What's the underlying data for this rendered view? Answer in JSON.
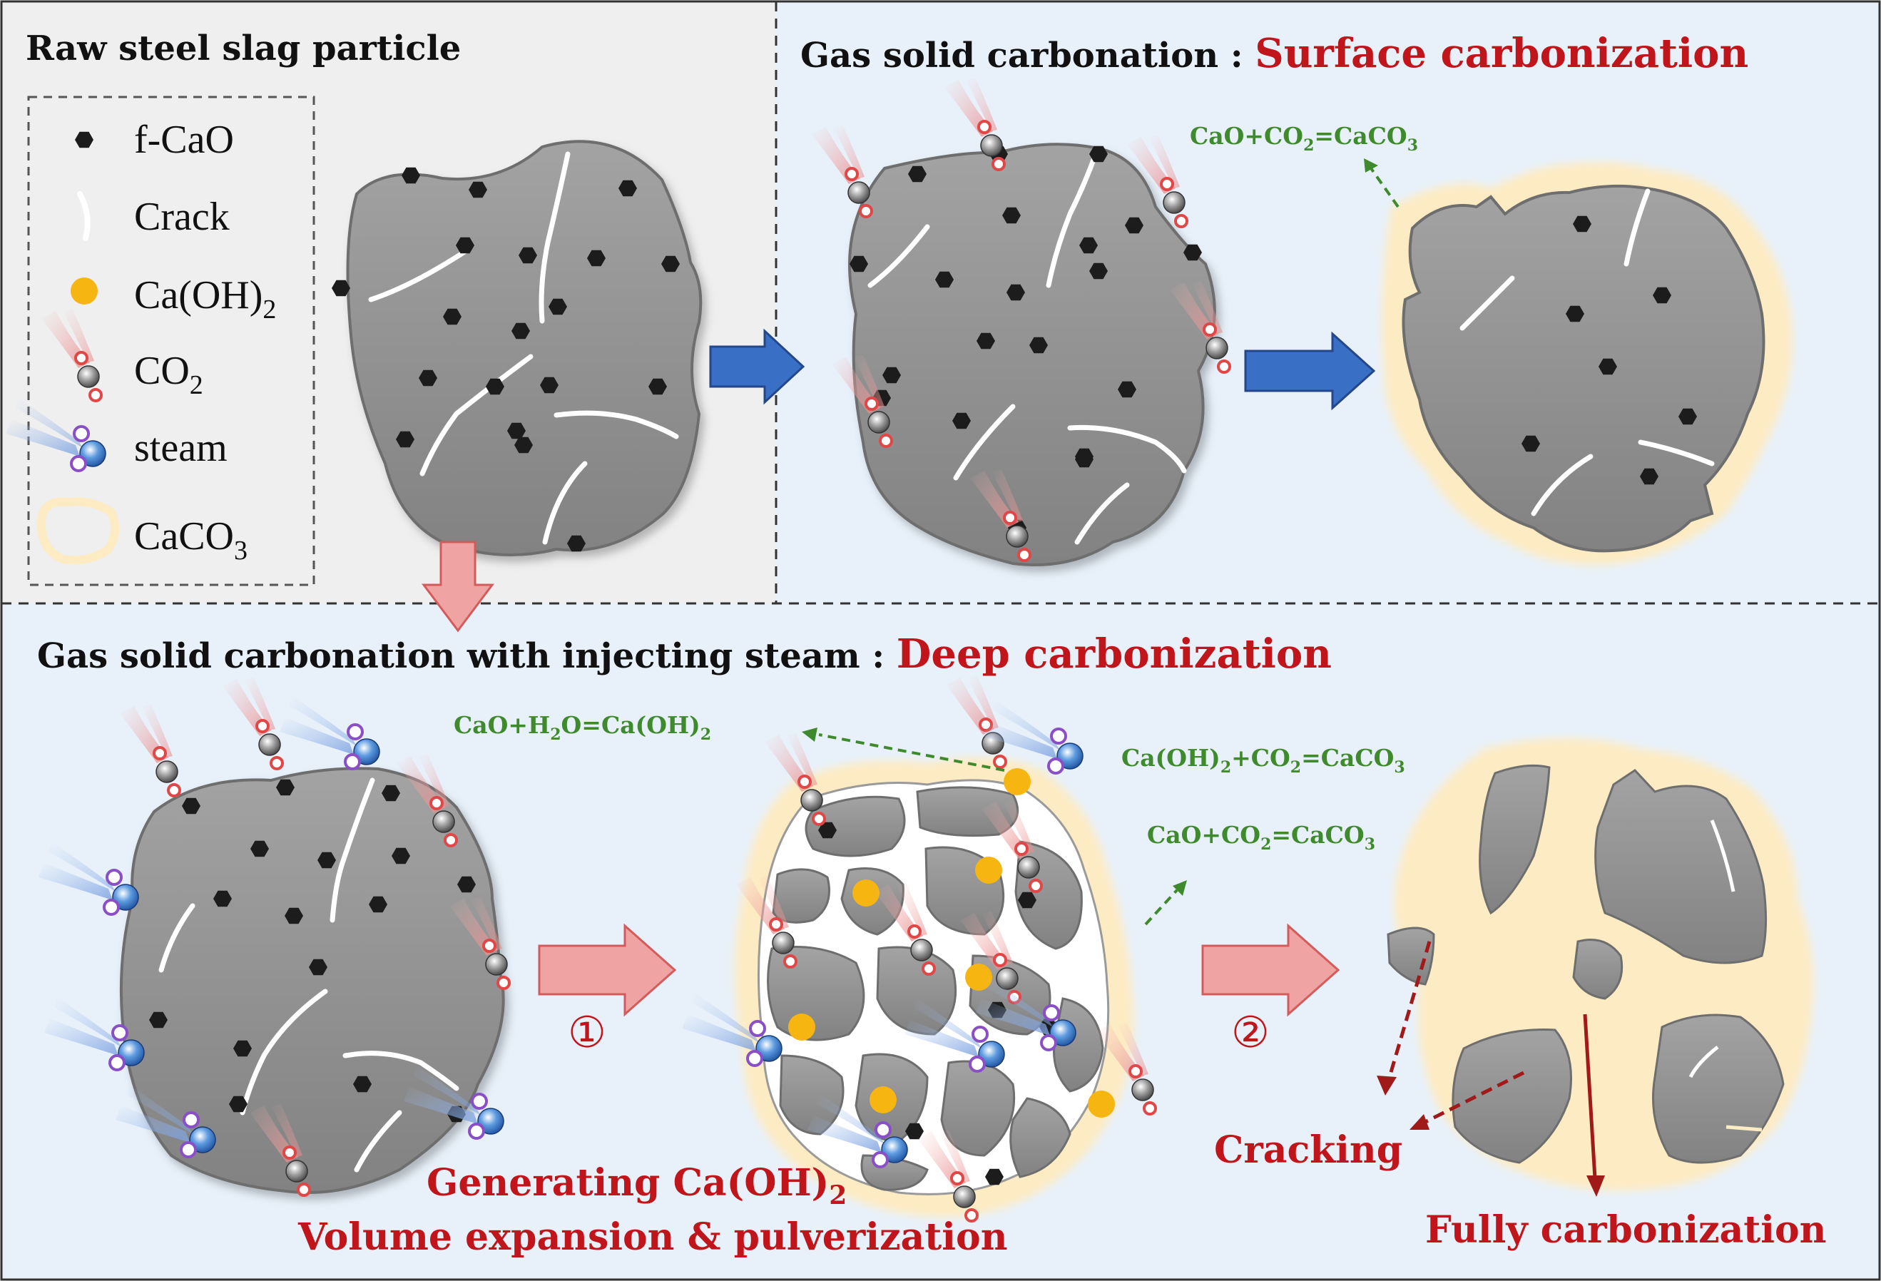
{
  "panels": {
    "raw": {
      "title": "Raw steel slag particle"
    },
    "surface": {
      "title": "Gas solid carbonation : ",
      "highlight": "Surface carbonization"
    },
    "deep": {
      "title": "Gas solid carbonation with injecting steam : ",
      "highlight": "Deep carbonization"
    }
  },
  "legend": [
    {
      "key": "fcao",
      "label": "f-CaO",
      "icon": "f-cao-dot-icon"
    },
    {
      "key": "crack",
      "label": "Crack",
      "icon": "crack-line-icon"
    },
    {
      "key": "caoh2",
      "label": "Ca(OH)",
      "sub": "2",
      "icon": "ca-oh-2-dot-icon"
    },
    {
      "key": "co2",
      "label": "CO",
      "sub": "2",
      "icon": "co2-molecule-icon"
    },
    {
      "key": "steam",
      "label": "steam",
      "icon": "steam-molecule-icon"
    },
    {
      "key": "caco3",
      "label": "CaCO",
      "sub": "3",
      "icon": "caco3-shell-icon"
    }
  ],
  "equations": {
    "surface_co2": {
      "a": "CaO+CO",
      "a_sub": "2",
      "b": "=CaCO",
      "b_sub": "3"
    },
    "hydration": {
      "a": "CaO+H",
      "a_sub": "2",
      "b": "O=Ca(OH)",
      "b_sub": "2"
    },
    "caoh_co2": {
      "a": "Ca(OH)",
      "a_sub": "2",
      "b": "+CO",
      "b_sub": "2",
      "c": "=CaCO",
      "c_sub": "3"
    },
    "deep_co2": {
      "a": "CaO+CO",
      "a_sub": "2",
      "b": "=CaCO",
      "b_sub": "3"
    }
  },
  "annotations": {
    "generating_a": "Generating Ca(OH)",
    "generating_sub": "2",
    "expansion": "Volume expansion & pulverization",
    "cracking": "Cracking",
    "fully": "Fully carbonization"
  },
  "steps": {
    "one": "①",
    "two": "②"
  },
  "colors": {
    "particle": "#8f8f8f",
    "dot": "#1c1c1c",
    "caoh2": "#f7b512",
    "caco3": "#fdebc3",
    "blue_arrow": "#3a6fc6",
    "pink_arrow": "#f0a3a3",
    "red_text": "#c0151b",
    "green_text": "#3f8a2c",
    "panel_bg": "#e8f1fa"
  }
}
